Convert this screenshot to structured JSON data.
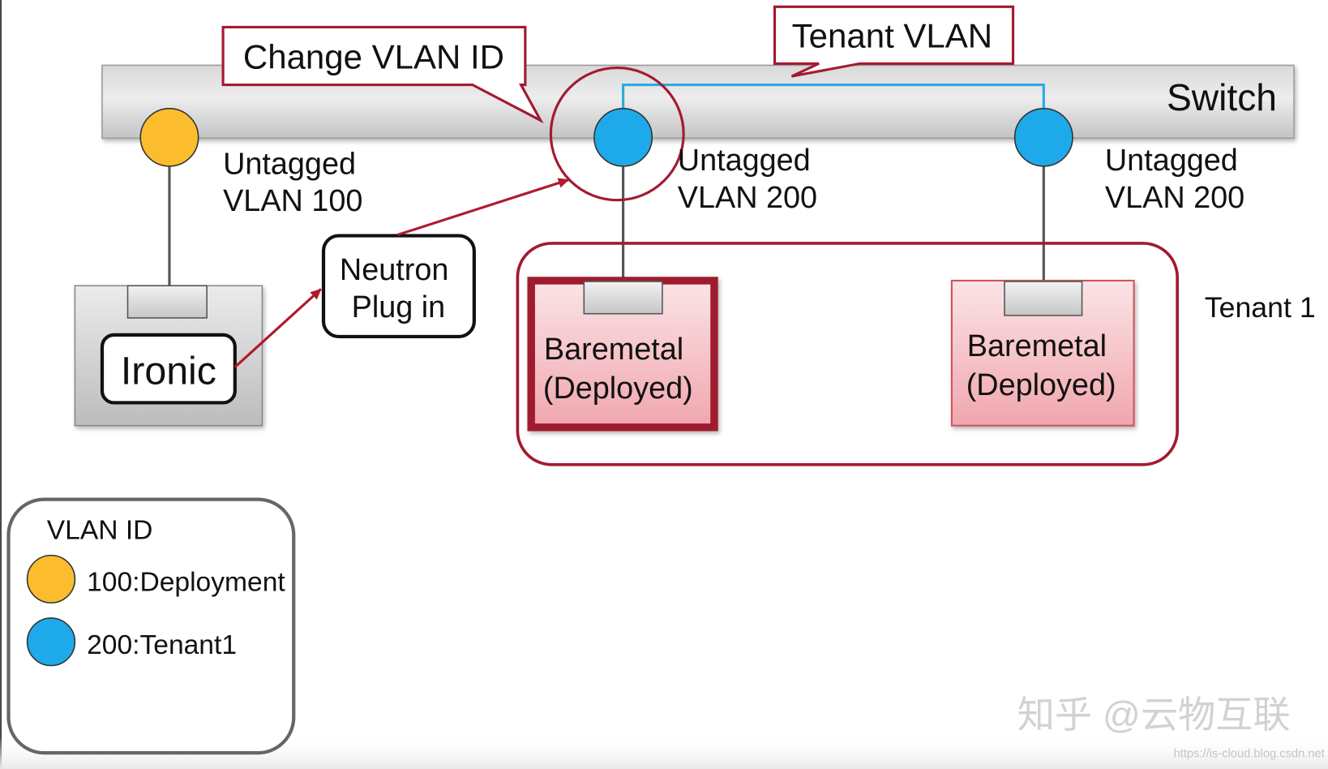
{
  "colors": {
    "deployment": "#fbbd2e",
    "tenant": "#1eaaea",
    "highlight": "#a31a30",
    "link": "#29abe2"
  },
  "switch": {
    "label": "Switch"
  },
  "callouts": {
    "change_vlan_id": "Change VLAN ID",
    "tenant_vlan": "Tenant VLAN"
  },
  "ports": [
    {
      "label_lines": [
        "Untagged",
        "VLAN 100"
      ]
    },
    {
      "label_lines": [
        "Untagged",
        "VLAN 200"
      ]
    },
    {
      "label_lines": [
        "Untagged",
        "VLAN 200"
      ]
    }
  ],
  "ironic": {
    "label": "Ironic"
  },
  "neutron": {
    "label_lines": [
      "Neutron",
      "Plug in"
    ]
  },
  "tenant_group": {
    "label": "Tenant 1"
  },
  "nodes": [
    {
      "label_lines": [
        "Baremetal",
        "(Deployed)"
      ]
    },
    {
      "label_lines": [
        "Baremetal",
        "(Deployed)"
      ]
    }
  ],
  "legend": {
    "title": "VLAN ID",
    "items": [
      {
        "label": "100:Deployment"
      },
      {
        "label": "200:Tenant1"
      }
    ]
  },
  "watermark": {
    "text": "知乎 @云物互联",
    "url": "https://is-cloud.blog.csdn.net"
  }
}
